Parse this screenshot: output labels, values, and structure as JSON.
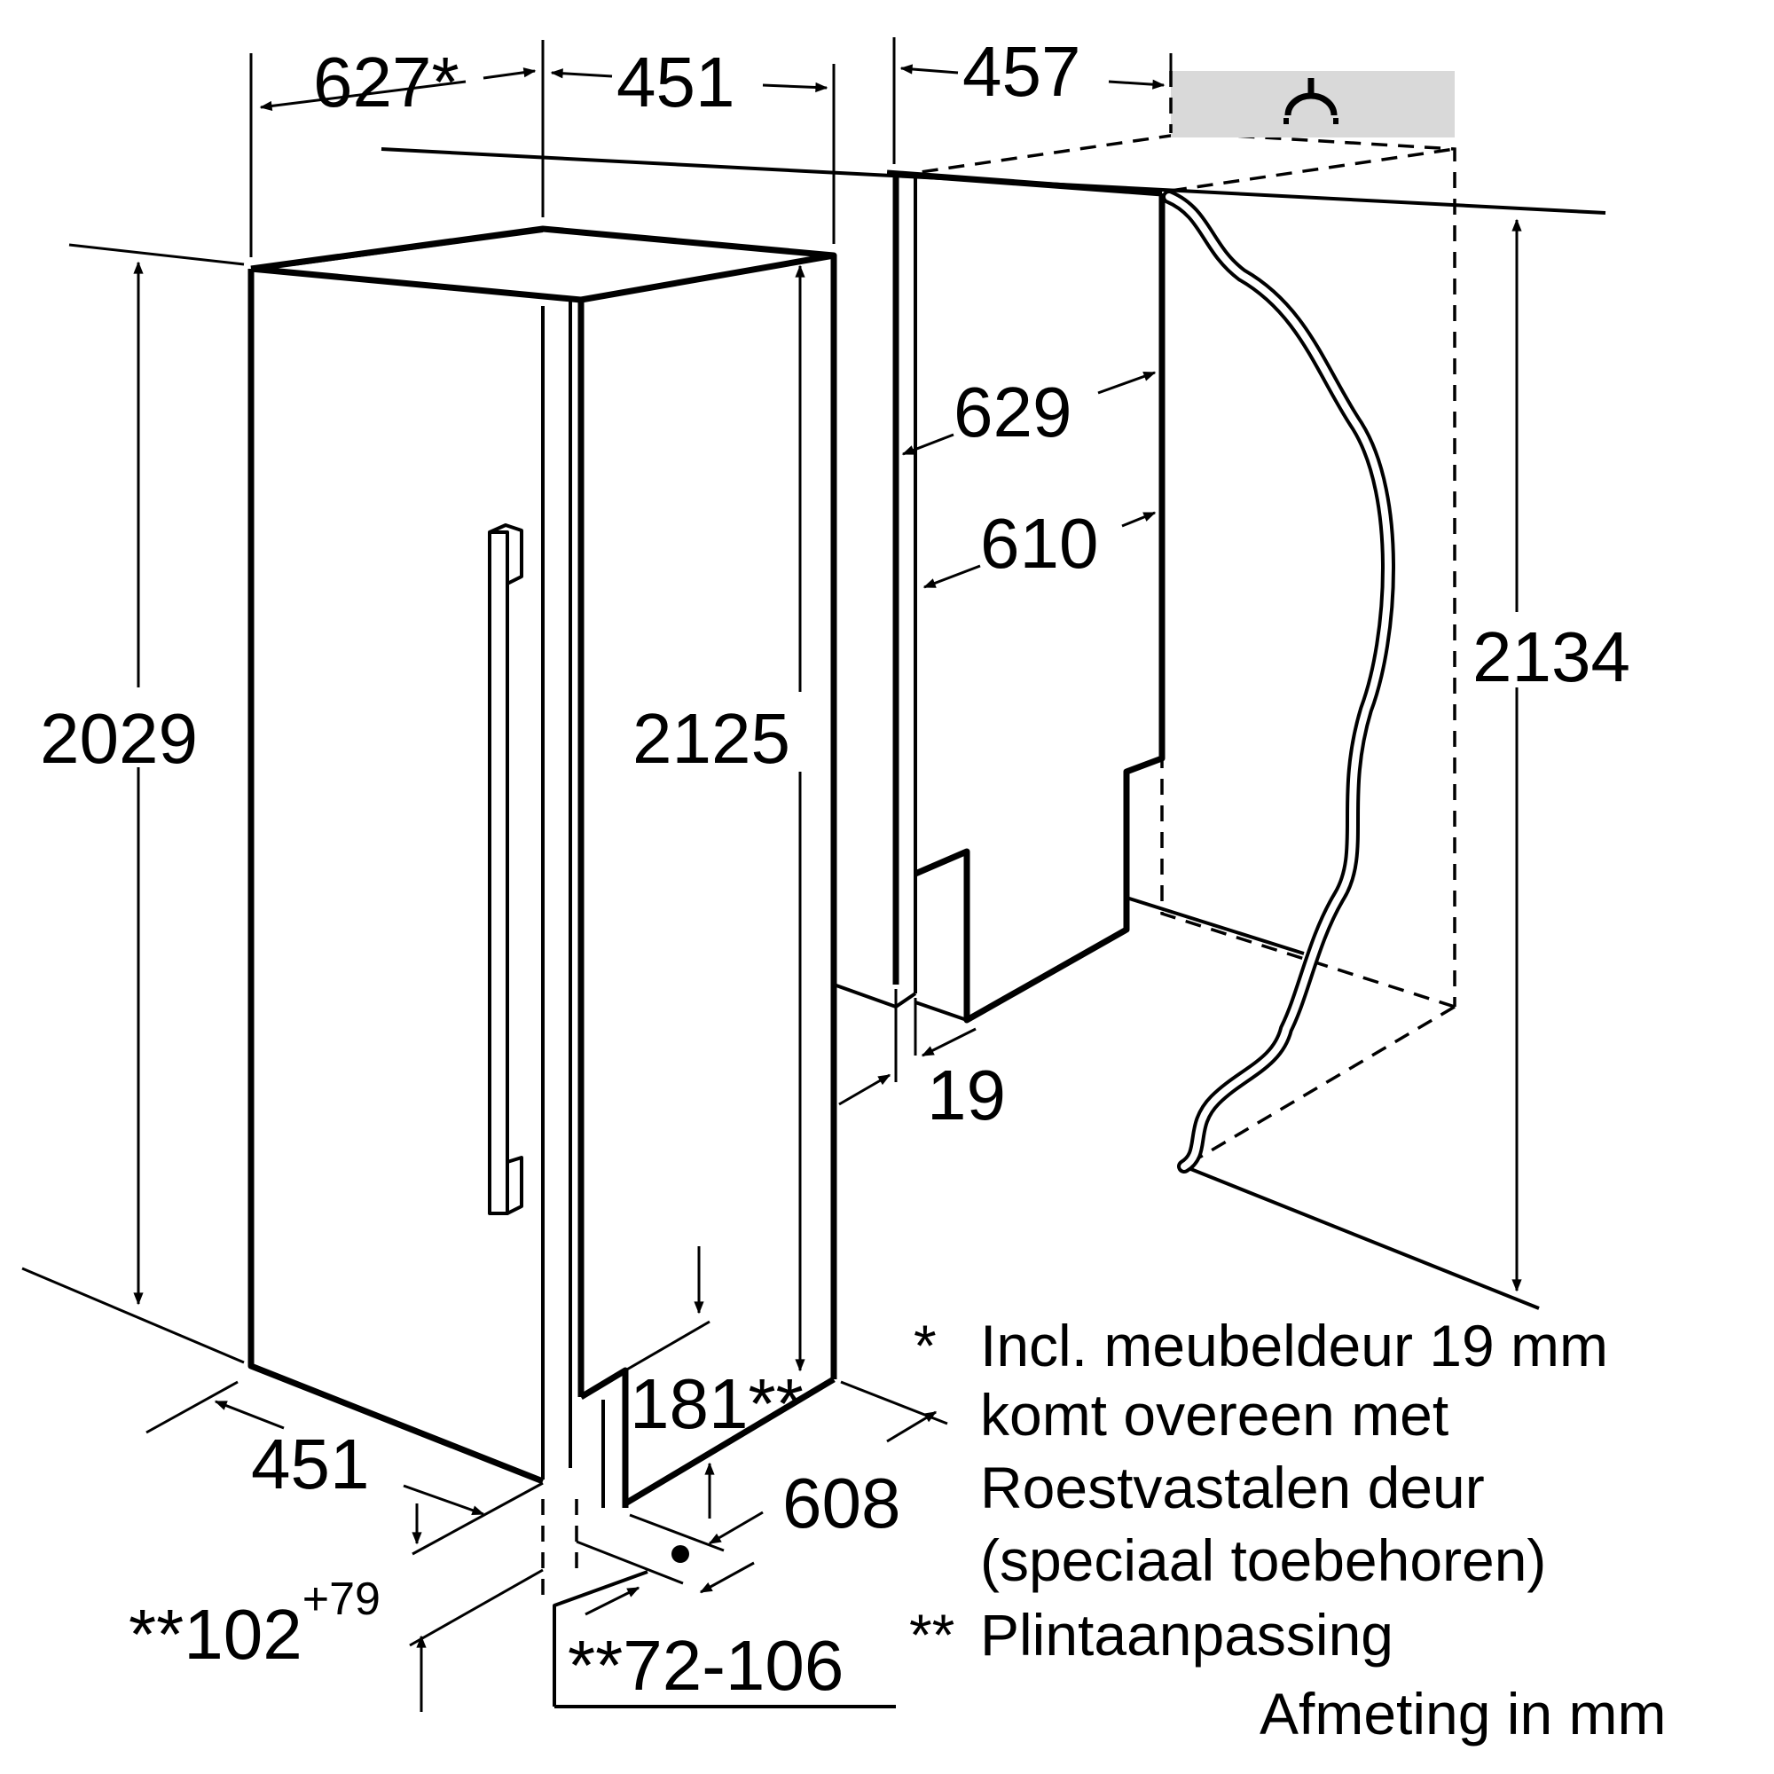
{
  "dimensions": {
    "depth_total": "627*",
    "top_width": "451",
    "niche_width": "457",
    "height_appliance": "2029",
    "height_door": "2125",
    "niche_depth_629": "629",
    "niche_depth_610": "610",
    "height_niche": "2134",
    "door_thickness": "19",
    "plinth_181": "181**",
    "bottom_width": "451",
    "depth_608": "608",
    "plinth_height_base": "**102",
    "plinth_height_sup": "+79",
    "plinth_range": "**72-106"
  },
  "notes": {
    "star1_marker": "*",
    "star1_line1": "Incl. meubeldeur 19 mm",
    "star1_line2": "komt overeen met",
    "star1_line3": "Roestvastalen deur",
    "star1_line4": "(speciaal toebehoren)",
    "star2_marker": "**",
    "star2_line1": "Plintaanpassing",
    "units": "Afmeting in mm"
  },
  "icons": {
    "top_symbol": "electrical-socket-icon"
  }
}
